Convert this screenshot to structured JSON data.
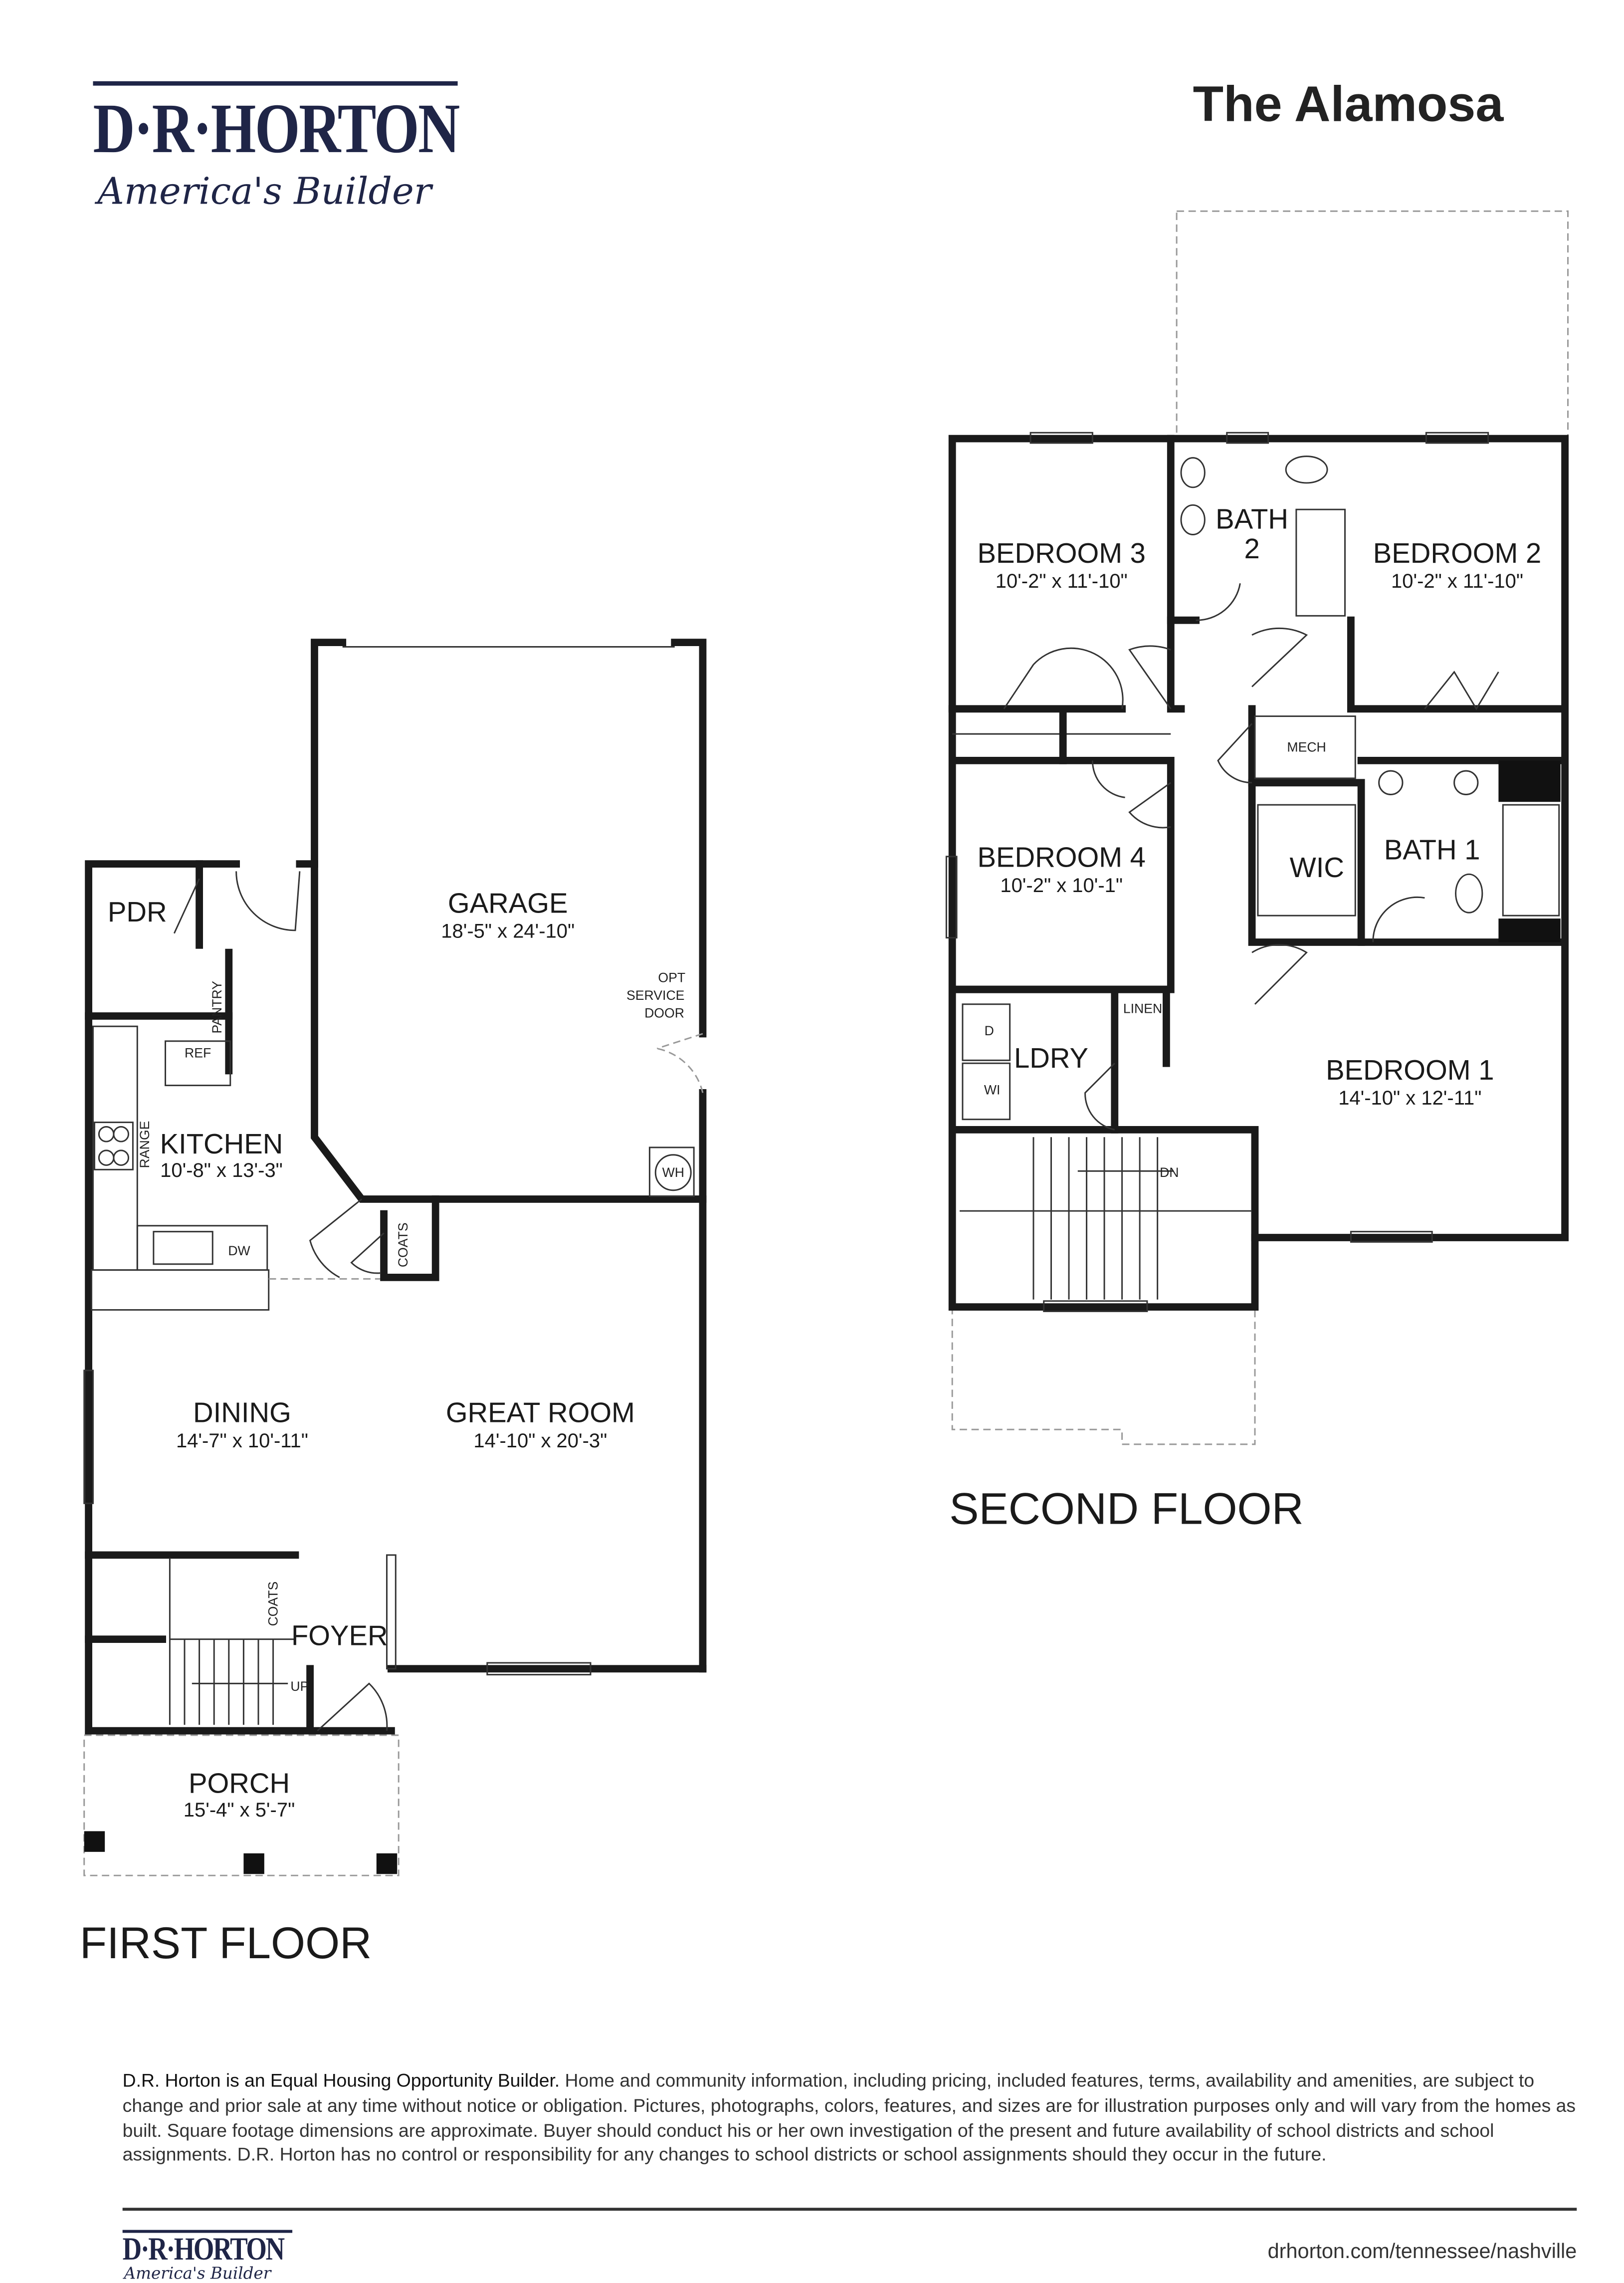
{
  "title": "The Alamosa",
  "logo": {
    "brand": "D·R·HORTON",
    "tagline": "America's Builder",
    "color": "#1f2547"
  },
  "first_floor": {
    "label": "FIRST FLOOR",
    "rooms": {
      "garage": {
        "name": "GARAGE",
        "dims": "18'-5\" x 24'-10\""
      },
      "pdr": {
        "name": "PDR"
      },
      "kitchen": {
        "name": "KITCHEN",
        "dims": "10'-8\" x 13'-3\""
      },
      "dining": {
        "name": "DINING",
        "dims": "14'-7\" x 10'-11\""
      },
      "great_room": {
        "name": "GREAT ROOM",
        "dims": "14'-10\" x 20'-3\""
      },
      "foyer": {
        "name": "FOYER"
      },
      "porch": {
        "name": "PORCH",
        "dims": "15'-4\" x 5'-7\""
      }
    },
    "fixtures": {
      "pantry": "PANTRY",
      "ref": "REF",
      "range": "RANGE",
      "dw": "DW",
      "coats": "COATS",
      "coats_foyer": "COATS",
      "wh": "WH",
      "up": "UP",
      "opt_service_door": [
        "OPT",
        "SERVICE",
        "DOOR"
      ]
    }
  },
  "second_floor": {
    "label": "SECOND FLOOR",
    "rooms": {
      "bedroom3": {
        "name": "BEDROOM 3",
        "dims": "10'-2\" x 11'-10\""
      },
      "bath2": {
        "name": [
          "BATH",
          "2"
        ]
      },
      "bedroom2": {
        "name": "BEDROOM 2",
        "dims": "10'-2\" x 11'-10\""
      },
      "bedroom4": {
        "name": "BEDROOM 4",
        "dims": "10'-2\" x 10'-1\""
      },
      "wic": {
        "name": "WIC"
      },
      "bath1": {
        "name": "BATH 1"
      },
      "ldry": {
        "name": "LDRY"
      },
      "bedroom1": {
        "name": "BEDROOM 1",
        "dims": "14'-10\" x 12'-11\""
      }
    },
    "fixtures": {
      "mech": "MECH",
      "linen": "LINEN",
      "dryer": "D",
      "washer": "WI",
      "dn": "DN"
    }
  },
  "footer": {
    "disclaimer_lead": "D.R. Horton is an Equal Housing Opportunity Builder.",
    "disclaimer": " Home and community information, including pricing, included features, terms, availability and amenities, are subject to change and prior sale at any time without notice or obligation. Pictures, photographs, colors, features, and sizes are for illustration purposes only and will vary from the homes as built. Square footage dimensions are approximate. Buyer should conduct his or her own investigation of the present and future availability of school districts and school assignments. D.R. Horton has no control or responsibility for any changes to school districts or school assignments should they occur in the future.",
    "url": "drhorton.com/tennessee/nashville"
  }
}
